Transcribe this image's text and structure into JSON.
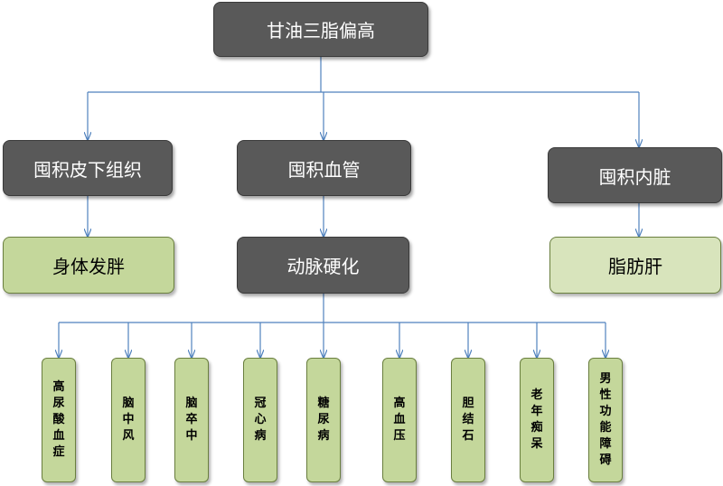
{
  "root": {
    "label": "甘油三脂偏高"
  },
  "branches": [
    {
      "label": "囤积皮下组织",
      "result": "身体发胖"
    },
    {
      "label": "囤积血管",
      "result": "动脉硬化"
    },
    {
      "label": "囤积内脏",
      "result": "脂肪肝"
    }
  ],
  "diseases": [
    "高尿酸血症",
    "脑中风",
    "脑卒中",
    "冠心病",
    "糖尿病",
    "高血压",
    "胆结石",
    "老年痴呆",
    "男性功能障碍"
  ],
  "colors": {
    "dark_box": "#595959",
    "green_box": "#c4d79b",
    "light_green_box": "#d8e4bc",
    "connector": "#4f81bd"
  }
}
